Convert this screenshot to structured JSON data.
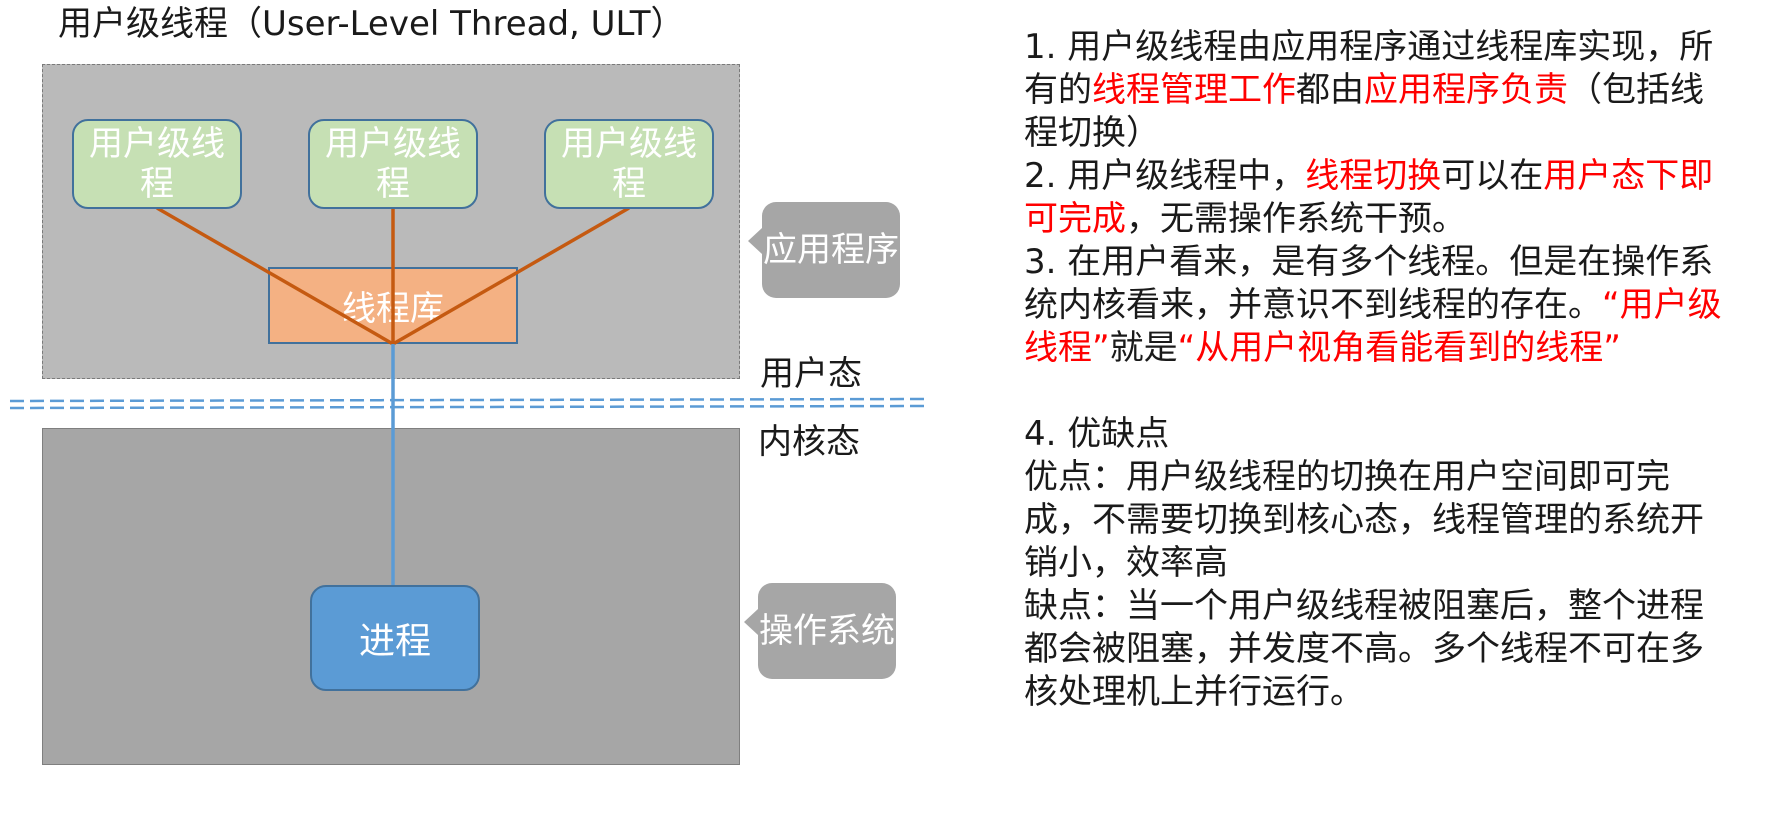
{
  "title": "用户级线程（User-Level Thread, ULT）",
  "diagram": {
    "ult_nodes": [
      {
        "label": "用户级线程"
      },
      {
        "label": "用户级线程"
      },
      {
        "label": "用户级线程"
      }
    ],
    "thread_library": "线程库",
    "process": "进程",
    "callout_app": "应用程序",
    "callout_os": "操作系统",
    "user_mode": "用户态",
    "kernel_mode": "内核态",
    "colors": {
      "user_zone": "#bababa",
      "kernel_zone": "#a6a6a6",
      "ult_fill": "#c6e0b4",
      "library_fill": "#f4b183",
      "process_fill": "#5b9bd5",
      "orange_line": "#c55a11",
      "blue_line": "#5b9bd5",
      "highlight": "#ff0000"
    }
  },
  "points": {
    "p1": {
      "a": "1. 用户级线程由应用程序通过线程库实现，所有的",
      "b": "线程管理工作",
      "c": "都由",
      "d": "应用程序负责",
      "e": "（包括线程切换）"
    },
    "p2": {
      "a": "2. 用户级线程中，",
      "b": "线程切换",
      "c": "可以在",
      "d": "用户态下即可完成",
      "e": "，无需操作系统干预。"
    },
    "p3": {
      "a": "3. 在用户看来，是有多个线程。但是在操作系统内核看来，并意识不到线程的存在。",
      "b": "“用户级线程”",
      "c": "就是",
      "d": "“从用户视角看能看到的线程”"
    },
    "p4": {
      "title": "4. 优缺点",
      "pros": "优点：用户级线程的切换在用户空间即可完成，不需要切换到核心态，线程管理的系统开销小，效率高",
      "cons": "缺点：当一个用户级线程被阻塞后，整个进程都会被阻塞，并发度不高。多个线程不可在多核处理机上并行运行。"
    }
  }
}
